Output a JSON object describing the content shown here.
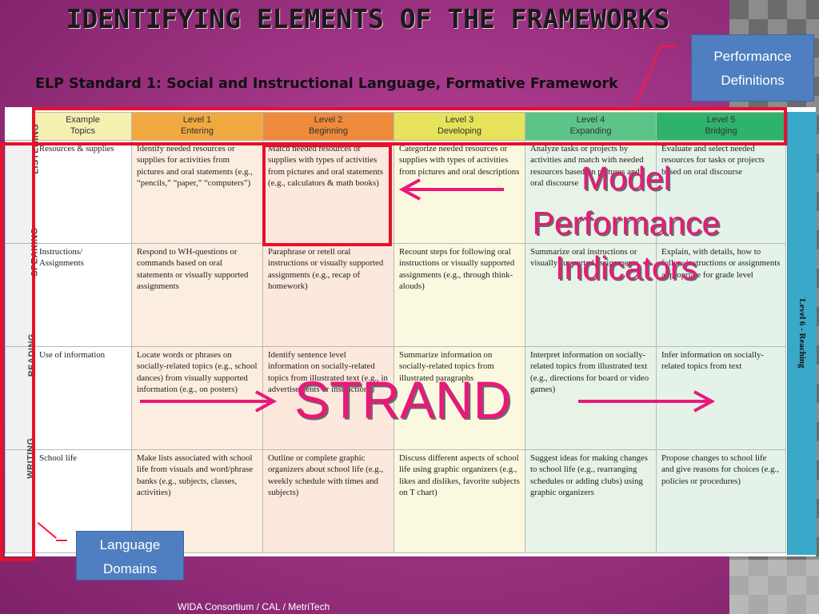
{
  "slide": {
    "title": "IDENTIFYING ELEMENTS OF THE FRAMEWORKS",
    "subtitle": "ELP Standard 1: Social and Instructional Language, Formative Framework",
    "footer": "WIDA Consortium / CAL / MetriTech"
  },
  "callouts": {
    "performance_definitions": [
      "Performance",
      "Definitions"
    ],
    "language_domains": [
      "Language",
      "Domains"
    ]
  },
  "overlays": {
    "model_performance_indicators": [
      "Model",
      "Performance",
      "Indicators"
    ],
    "strand": "STRAND"
  },
  "colors": {
    "highlight": "#e8102a",
    "overlay_text": "#e8197a",
    "callout_bg": "#4f7fc0"
  },
  "table": {
    "headers": [
      [
        "Example",
        "Topics"
      ],
      [
        "Level 1",
        "Entering"
      ],
      [
        "Level 2",
        "Beginning"
      ],
      [
        "Level 3",
        "Developing"
      ],
      [
        "Level 4",
        "Expanding"
      ],
      [
        "Level 5",
        "Bridging"
      ]
    ],
    "rows": [
      {
        "domain": "LISTENING",
        "topic": "Resources & supplies",
        "cells": [
          "Identify needed resources or supplies for activities from pictures and oral statements (e.g., “pencils,” “paper,” “computers”)",
          "Match needed resources or supplies with types of activities from pictures and oral statements (e.g., calculators & math books)",
          "Categorize needed resources or supplies with types of activities from pictures and oral descriptions",
          "Analyze tasks or projects by activities and match with needed resources based on pictures and oral discourse",
          "Evaluate and select needed resources for tasks or projects based on oral discourse"
        ]
      },
      {
        "domain": "SPEAKING",
        "topic": "Instructions/ Assignments",
        "cells": [
          "Respond to WH-questions or commands based on oral statements or visually supported assignments",
          "Paraphrase or retell oral instructions or visually supported assignments (e.g., recap of homework)",
          "Recount steps for following oral instructions or visually supported assignments (e.g., through think-alouds)",
          "Summarize oral instructions or visually supported assignments",
          "Explain, with details, how to follow instructions or assignments appropriate for grade level"
        ]
      },
      {
        "domain": "READING",
        "topic": "Use of information",
        "cells": [
          "Locate words or phrases on socially-related topics (e.g., school dances) from visually supported information (e.g., on posters)",
          "Identify sentence level information on socially-related topics from illustrated text (e.g., in advertisements or instructions)",
          "Summarize information on socially-related topics from illustrated paragraphs",
          "Interpret information on socially-related topics from illustrated text (e.g., directions for board or video games)",
          "Infer information on socially-related topics from text"
        ]
      },
      {
        "domain": "WRITING",
        "topic": "School life",
        "cells": [
          "Make lists associated with school life from visuals and word/phrase banks (e.g., subjects, classes, activities)",
          "Outline or complete graphic organizers about school life (e.g., weekly schedule with times and subjects)",
          "Discuss different aspects of school life using graphic organizers (e.g., likes and dislikes, favorite subjects on T chart)",
          "Suggest ideas for making changes to school life (e.g., rearranging schedules or adding clubs) using graphic organizers",
          "Propose changes to school life and give reasons for choices (e.g., policies or procedures)"
        ]
      }
    ],
    "level6": "Level 6 - Reaching"
  }
}
